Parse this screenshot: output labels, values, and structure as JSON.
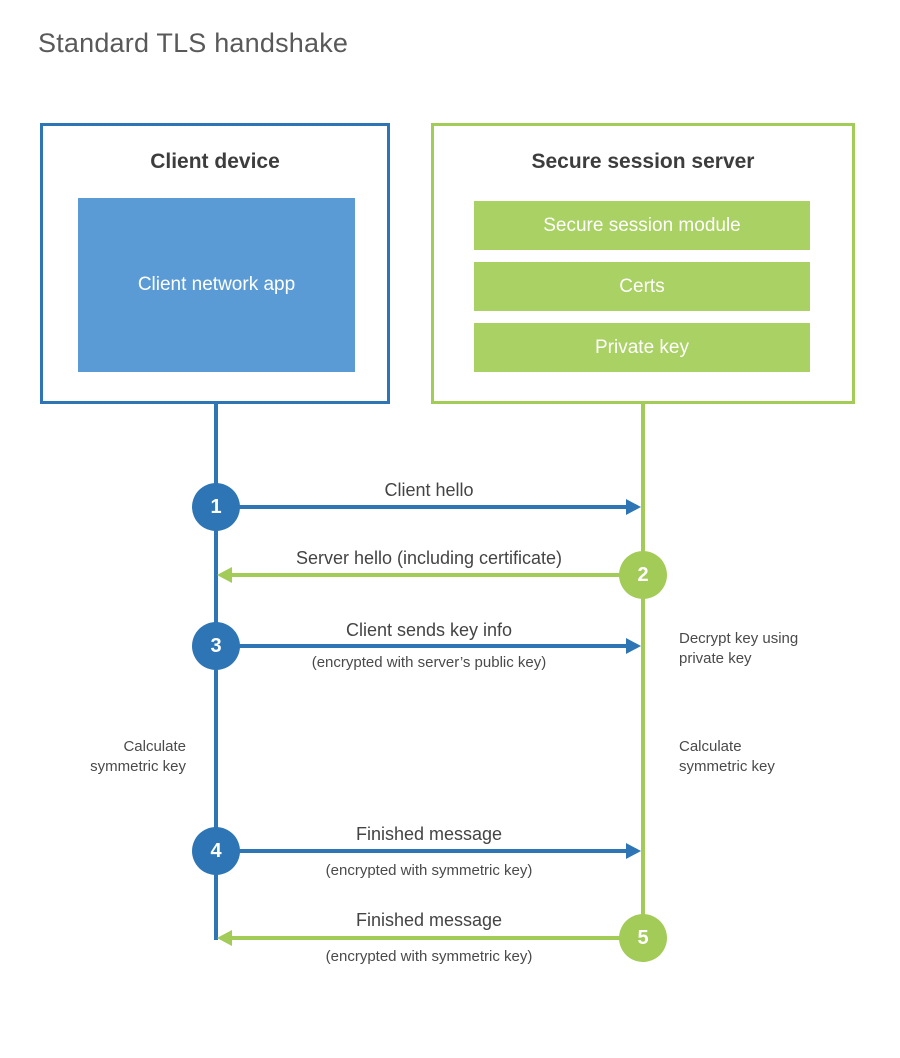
{
  "title": "Standard TLS handshake",
  "colors": {
    "blue": "#2E75B6",
    "blue_light": "#5B9BD5",
    "green": "#A2CB58",
    "green_light": "#A9D163",
    "heading_text": "#3D3D3D",
    "body_text": "#444444"
  },
  "client": {
    "title": "Client device",
    "app_label": "Client network app"
  },
  "server": {
    "title": "Secure session server",
    "modules": [
      "Secure session module",
      "Certs",
      "Private key"
    ]
  },
  "steps": [
    {
      "num": "1",
      "label": "Client hello",
      "sublabel": "",
      "direction": "client-to-server"
    },
    {
      "num": "2",
      "label": "Server hello (including certificate)",
      "sublabel": "",
      "direction": "server-to-client"
    },
    {
      "num": "3",
      "label": "Client sends key info",
      "sublabel": "(encrypted with server’s public key)",
      "direction": "client-to-server"
    },
    {
      "num": "4",
      "label": "Finished message",
      "sublabel": "(encrypted with symmetric key)",
      "direction": "client-to-server"
    },
    {
      "num": "5",
      "label": "Finished message",
      "sublabel": "(encrypted with symmetric key)",
      "direction": "server-to-client"
    }
  ],
  "annotations": {
    "decrypt": "Decrypt key using private key",
    "calc_left": "Calculate symmetric key",
    "calc_right": "Calculate symmetric key"
  }
}
